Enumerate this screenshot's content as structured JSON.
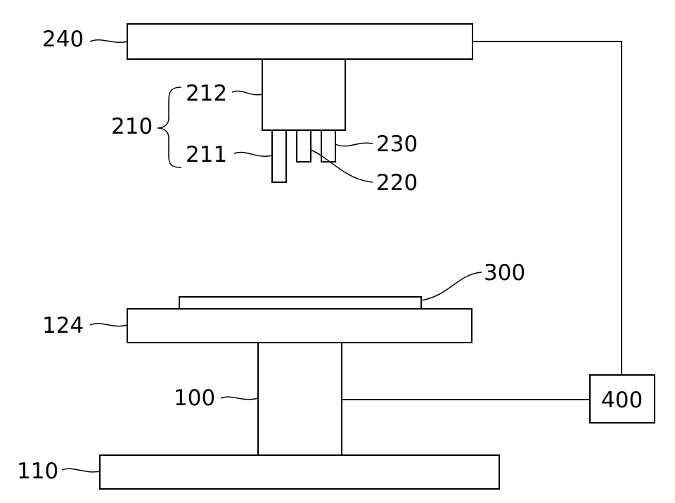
{
  "labels": {
    "r240": "240",
    "r212": "212",
    "r210": "210",
    "r211": "211",
    "r230": "230",
    "r220": "220",
    "r300": "300",
    "r124": "124",
    "r100": "100",
    "r110": "110",
    "r400": "400"
  }
}
